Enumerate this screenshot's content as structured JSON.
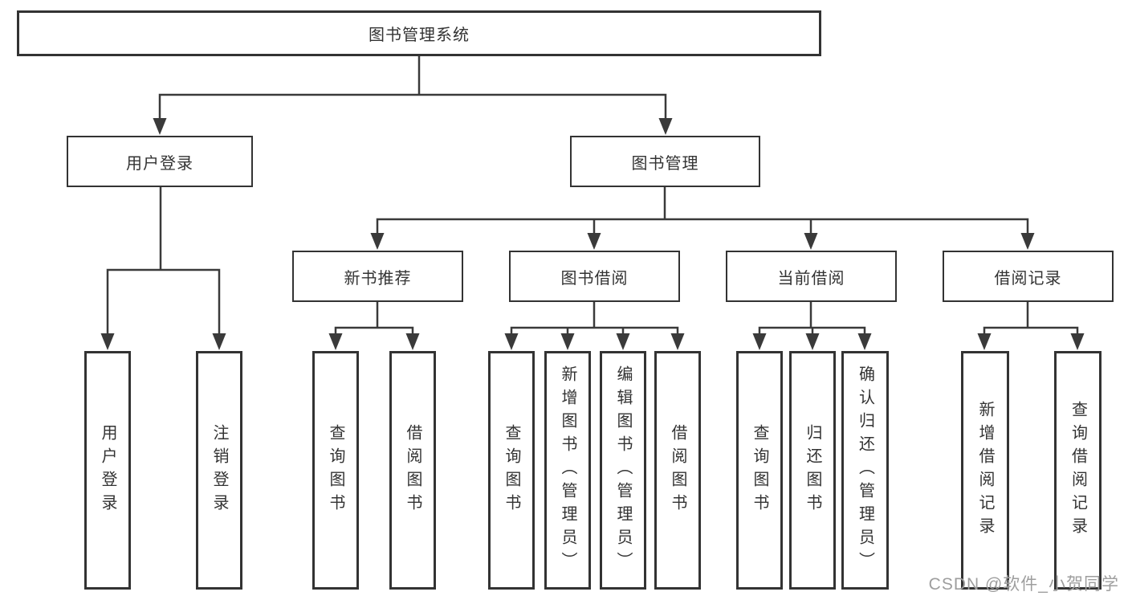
{
  "diagram": {
    "title": "图书管理系统",
    "root": {
      "label": "图书管理系统",
      "children": [
        {
          "label": "用户登录",
          "children": [
            {
              "label": "用户登录"
            },
            {
              "label": "注销登录"
            }
          ]
        },
        {
          "label": "图书管理",
          "children": [
            {
              "label": "新书推荐",
              "children": [
                {
                  "label": "查询图书"
                },
                {
                  "label": "借阅图书"
                }
              ]
            },
            {
              "label": "图书借阅",
              "children": [
                {
                  "label": "查询图书"
                },
                {
                  "label": "新增图书（管理员）"
                },
                {
                  "label": "编辑图书（管理员）"
                },
                {
                  "label": "借阅图书"
                }
              ]
            },
            {
              "label": "当前借阅",
              "children": [
                {
                  "label": "查询图书"
                },
                {
                  "label": "归还图书"
                },
                {
                  "label": "确认归还（管理员）"
                }
              ]
            },
            {
              "label": "借阅记录",
              "children": [
                {
                  "label": "新增借阅记录"
                },
                {
                  "label": "查询借阅记录"
                }
              ]
            }
          ]
        }
      ]
    }
  },
  "watermark": "CSDN @软件_小贺同学",
  "colors": {
    "line": "#3a3a3a",
    "border": "#333333",
    "text": "#333333",
    "watermark": "#9e9e9e",
    "background": "#ffffff"
  }
}
